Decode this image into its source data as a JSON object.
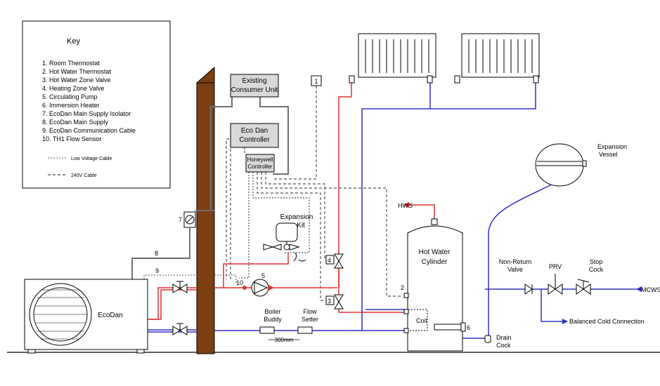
{
  "key": {
    "title": "Key",
    "items": [
      "1. Room Thermostat",
      "2. Hot Water Thermostat",
      "3. Hot Water Zone Valve",
      "4. Heating Zone Valve",
      "5. Circulating Pump",
      "6. Immersion Heater",
      "7. EcoDan Main Supply Isolator",
      "8. EcoDan Main Supply",
      "9. EcoDan Communication Cable",
      "10. TH1 Flow Sensor"
    ],
    "low_voltage": "Low Voltage Cable",
    "v240": "240V Cable"
  },
  "labels": {
    "existing_1": "Existing",
    "existing_2": "Consumer Unit",
    "ecodan_ctrl_1": "Eco Dan",
    "ecodan_ctrl_2": "Controller",
    "honeywell_1": "Honeywell",
    "honeywell_2": "Controller",
    "expansion_kit_1": "Expansion",
    "expansion_kit_2": "Kit",
    "expansion_vessel_1": "Expansion",
    "expansion_vessel_2": "Vessel",
    "hws": "HWS",
    "cylinder_1": "Hot Water",
    "cylinder_2": "Cylinder",
    "coil": "Coil",
    "ecodan": "EcoDan",
    "boiler_buddy_1": "Boiler",
    "boiler_buddy_2": "Buddy",
    "flow_setter_1": "Flow",
    "flow_setter_2": "Setter",
    "dim_300": "300mm",
    "non_return_1": "Non-Return",
    "non_return_2": "Valve",
    "prv": "PRV",
    "stop_cock_1": "Stop",
    "stop_cock_2": "Cock",
    "mcws": "MCWS",
    "balanced": "Balanced Cold Connection",
    "drain_1": "Drain",
    "drain_2": "Cock",
    "n1": "1",
    "n2": "2",
    "n3": "3",
    "n4": "4",
    "n5": "5",
    "n6": "6",
    "n7": "7",
    "n8": "8",
    "n9": "9",
    "n10": "10"
  },
  "colors": {
    "flow_pipe": "#e03030",
    "return_pipe": "#3030c0",
    "cable": "#707070",
    "wall": "#7b3f12",
    "box_fill": "#d9d9d9"
  }
}
